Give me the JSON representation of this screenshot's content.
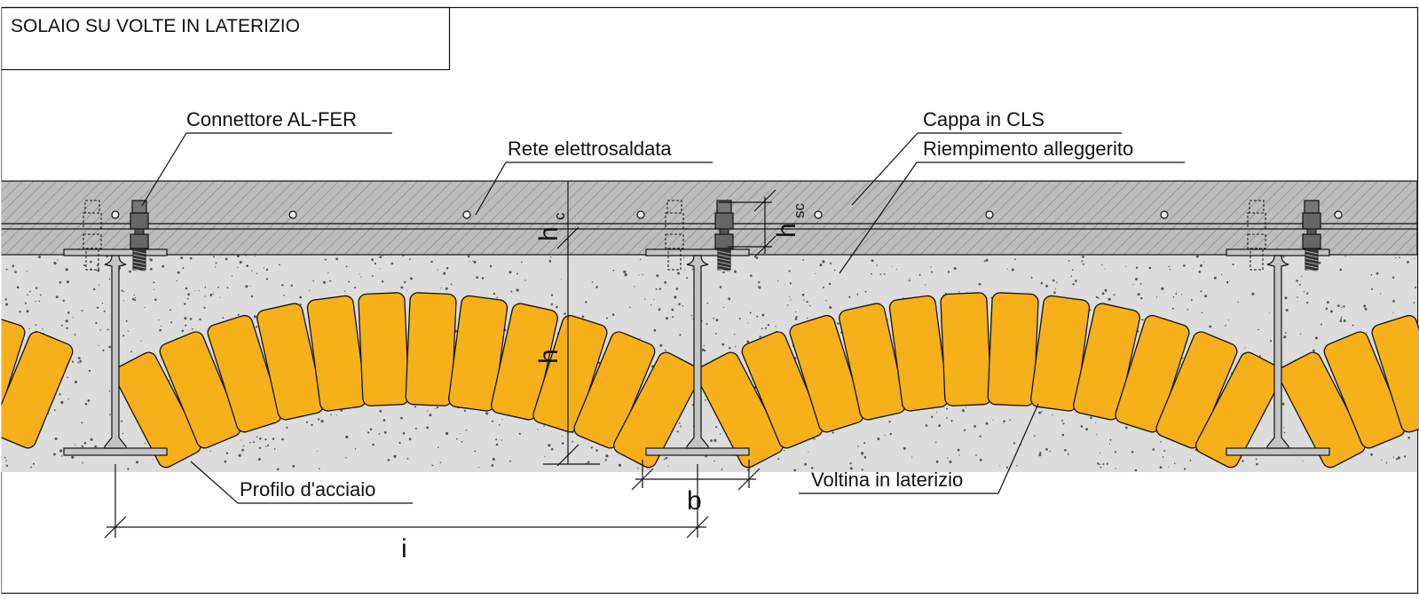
{
  "title": "SOLAIO SU VOLTE IN LATERIZIO",
  "labels": {
    "connettore": "Connettore AL-FER",
    "rete": "Rete elettrosaldata",
    "cappa": "Cappa in CLS",
    "riempimento": "Riempimento alleggerito",
    "profilo": "Profilo d'acciaio",
    "voltina": "Voltina in laterizio"
  },
  "dimensions": {
    "h": "h",
    "hc_base": "h",
    "hc_sub": "c",
    "hsc_base": "h",
    "hsc_sub": "sc",
    "b": "b",
    "i": "i"
  },
  "colors": {
    "brick": "#F5B01A",
    "slab": "#B8B8B8",
    "fill": "#DCDCDC",
    "steel": "#C4C4C4",
    "line": "#111111"
  }
}
